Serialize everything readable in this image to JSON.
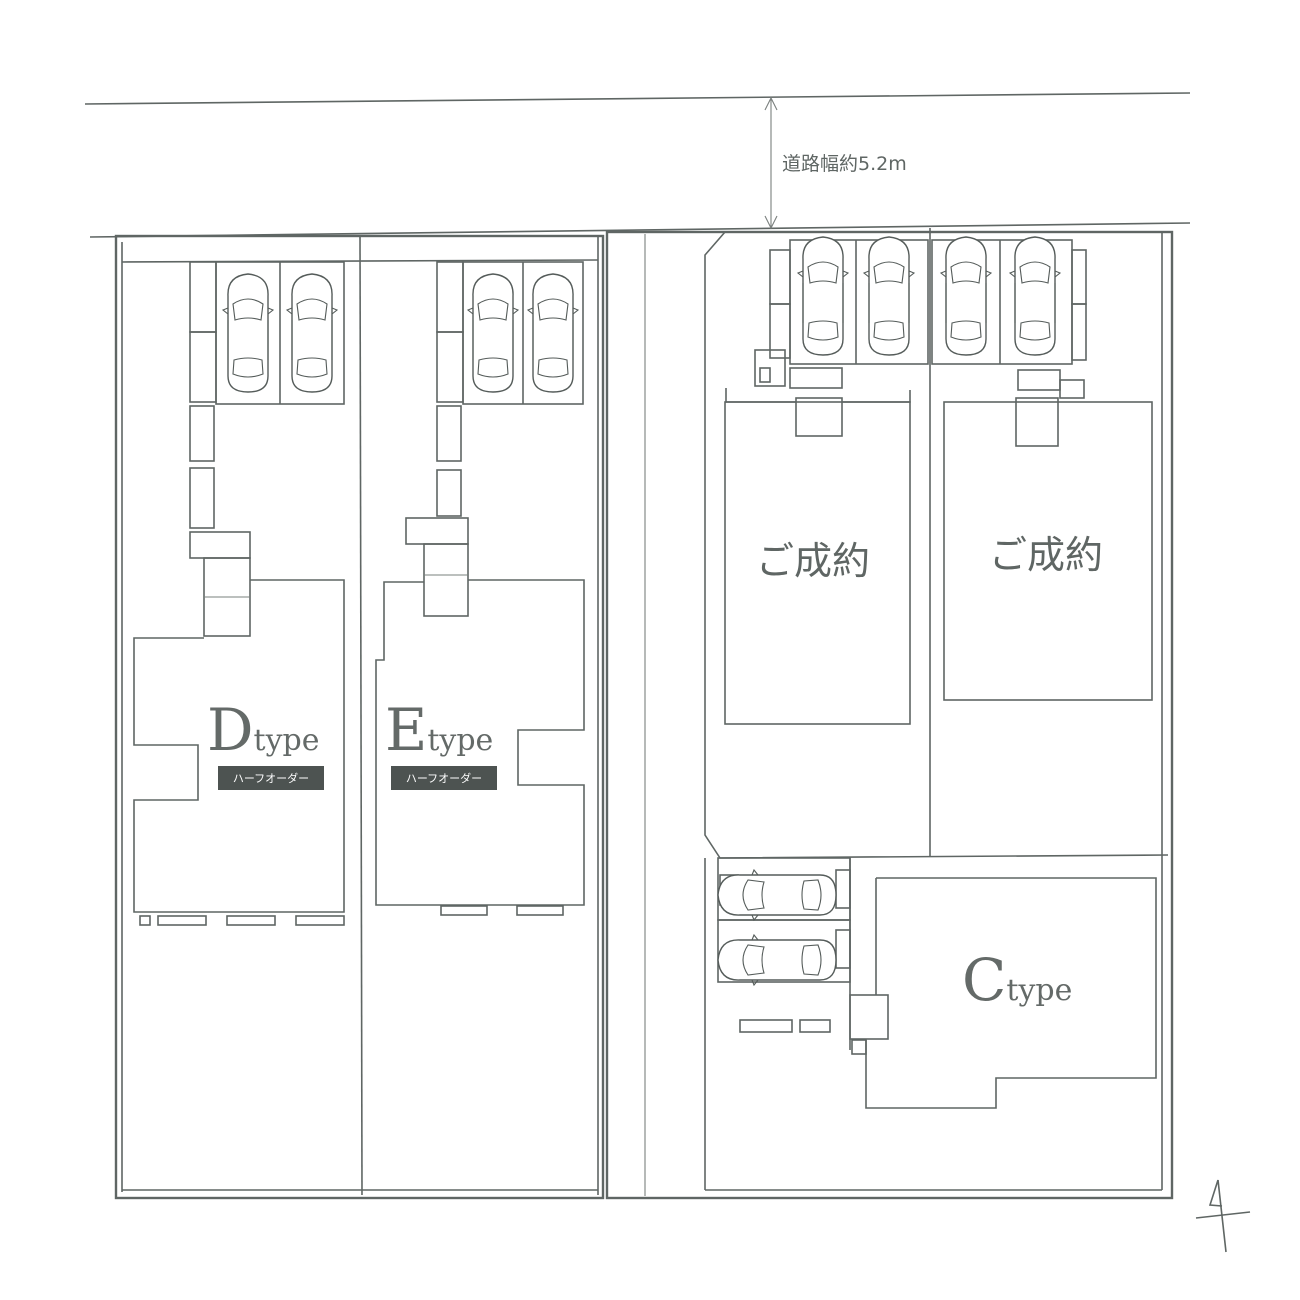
{
  "road": {
    "width_label": "道路幅約5.2m"
  },
  "lots": {
    "d": {
      "letter": "D",
      "suffix": "type",
      "badge": "ハーフオーダー"
    },
    "e": {
      "letter": "E",
      "suffix": "type",
      "badge": "ハーフオーダー"
    },
    "c": {
      "letter": "C",
      "suffix": "type"
    },
    "sold_1": {
      "label": "ご成約"
    },
    "sold_2": {
      "label": "ご成約"
    }
  },
  "colors": {
    "line": "#5f6664",
    "badge": "#4d5351",
    "background": "#ffffff"
  },
  "icons": {
    "compass": "north-arrow-icon",
    "car": "car-icon",
    "dimension": "dimension-arrow-icon"
  }
}
